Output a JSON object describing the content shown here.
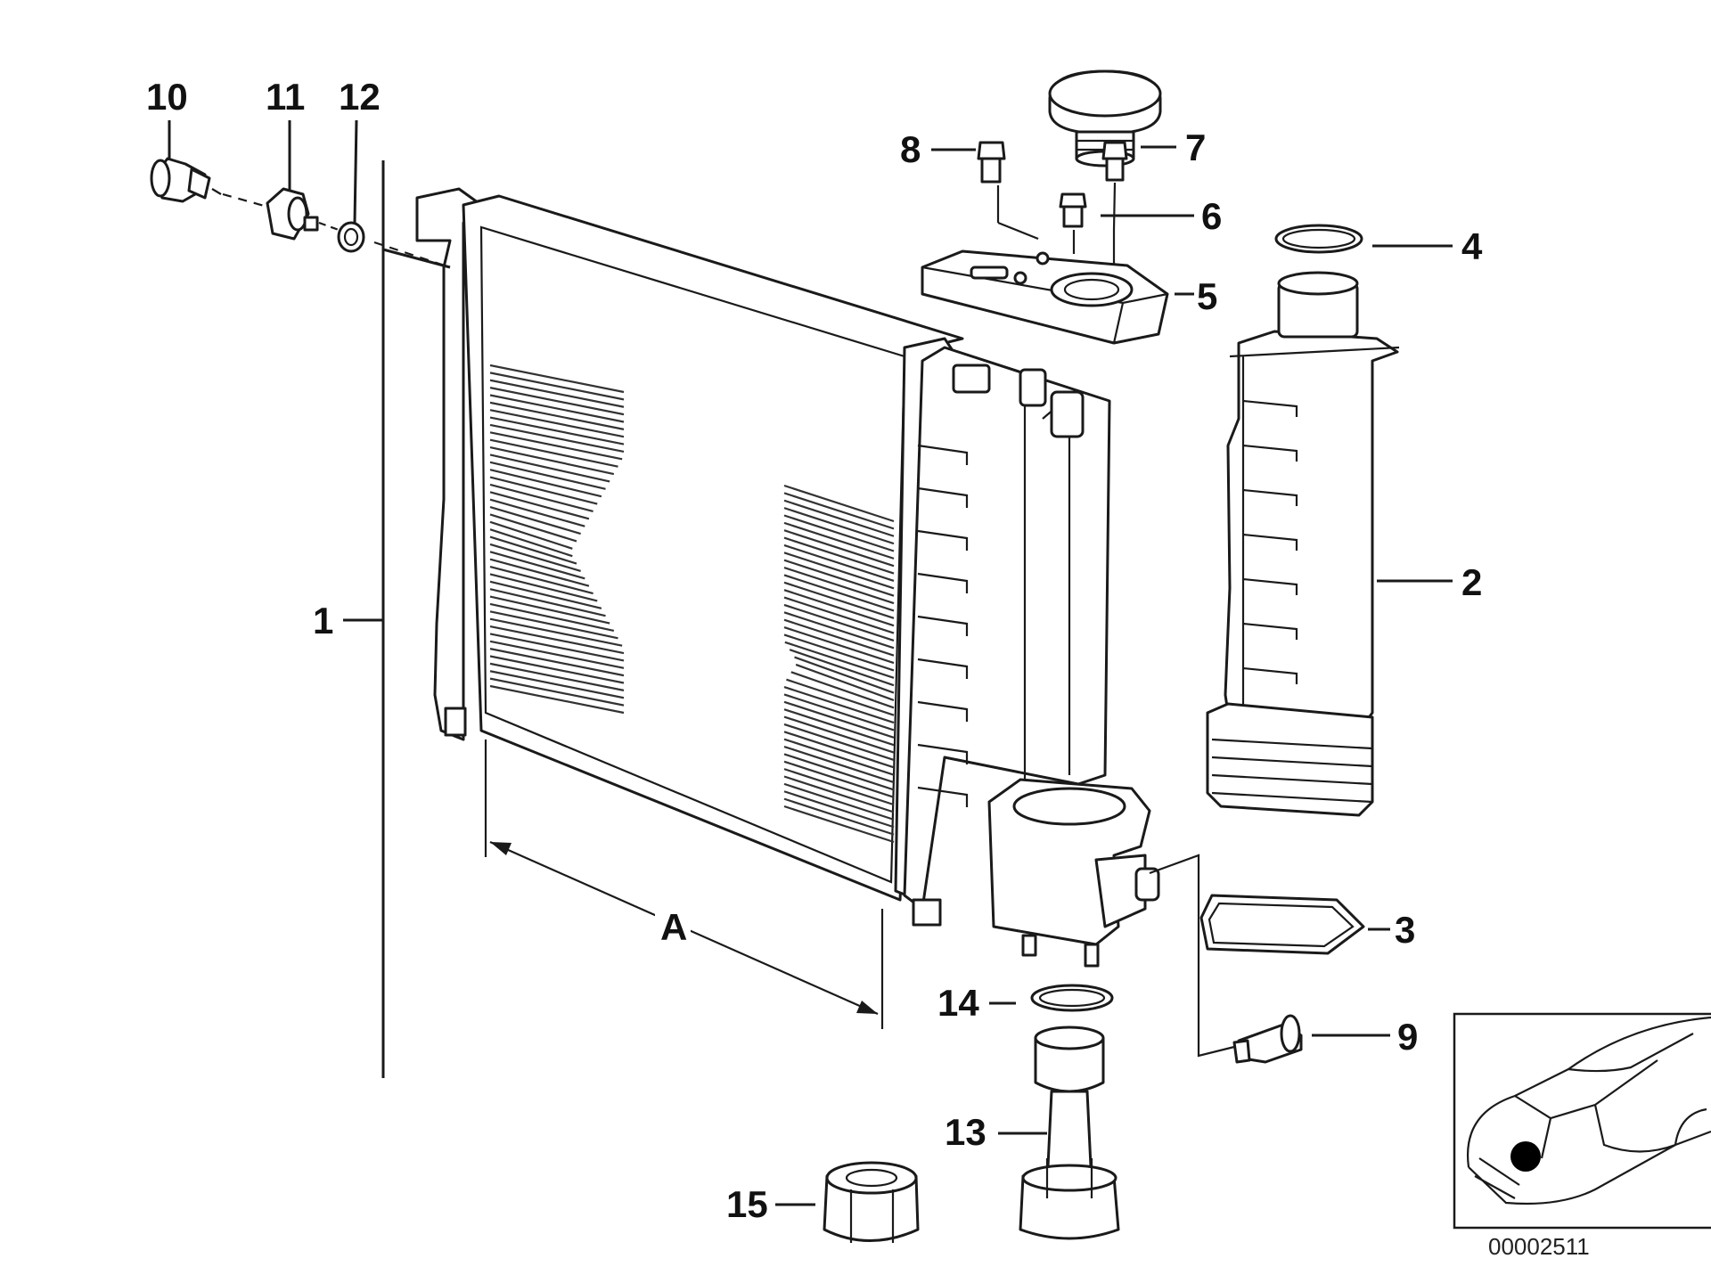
{
  "callouts": {
    "c1": "1",
    "c2": "2",
    "c3": "3",
    "c4": "4",
    "c5": "5",
    "c6": "6",
    "c7": "7",
    "c8": "8",
    "c9": "9",
    "c10": "10",
    "c11": "11",
    "c12": "12",
    "c13": "13",
    "c14": "14",
    "c15": "15",
    "dimension": "A"
  },
  "reference_number": "00002511",
  "icons": {
    "car": "car-locator-icon",
    "marker": "location-dot-icon"
  }
}
